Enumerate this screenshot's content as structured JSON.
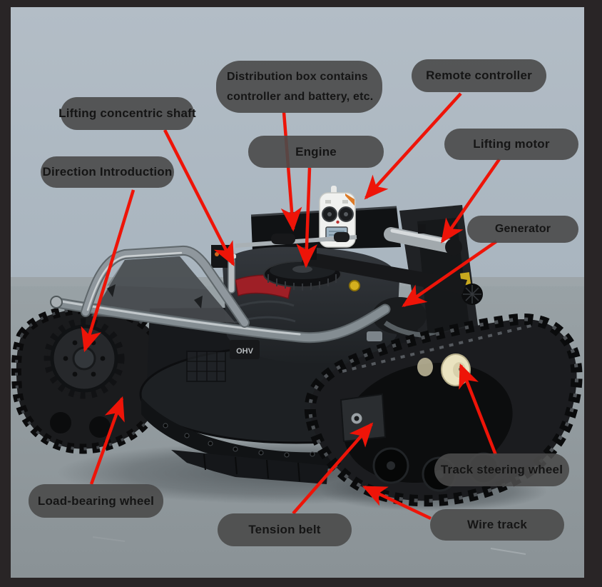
{
  "image": {
    "type": "annotated product photo",
    "subject": "remote-controlled tracked lawn mower with labeled parts",
    "frame_color": "#292526",
    "wall_color": "#aeb9c3",
    "floor_color": "#939ca1",
    "label_bg": "#4a4a4a",
    "label_text_color": "#151515",
    "arrow_color": "#ee1408"
  },
  "labels": {
    "lifting_concentric_shaft": "Lifting concentric shaft",
    "direction_introduction": "Direction Introduction",
    "distribution_box_line1": "Distribution box contains",
    "distribution_box_line2": "controller and battery, etc.",
    "engine": "Engine",
    "remote_controller": "Remote controller",
    "lifting_motor": "Lifting motor",
    "generator": "Generator",
    "track_steering_wheel": "Track steering wheel",
    "load_bearing_wheel": "Load-bearing wheel",
    "tension_belt": "Tension belt",
    "wire_track": "Wire track"
  },
  "machine_markings": {
    "engine_text": "OHV"
  }
}
